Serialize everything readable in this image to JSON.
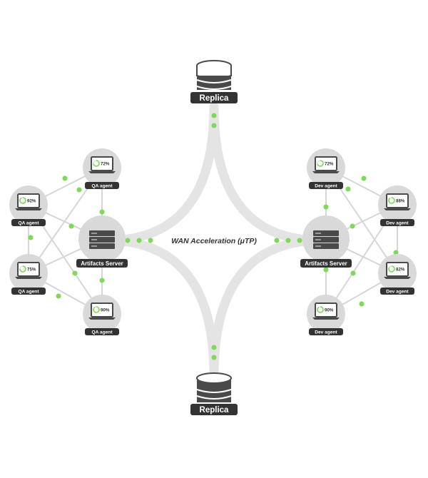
{
  "wan_label": "WAN Acceleration (μTP)",
  "replica_top": "Replica",
  "replica_bottom": "Replica",
  "servers": {
    "left": "Artifacts Server",
    "right": "Artifacts Server"
  },
  "agents": {
    "left": [
      {
        "label": "QA agent",
        "value": "72%",
        "progress": 0.72
      },
      {
        "label": "QA agent",
        "value": "92%",
        "progress": 0.92
      },
      {
        "label": "QA agent",
        "value": "75%",
        "progress": 0.75
      },
      {
        "label": "QA agent",
        "value": "90%",
        "progress": 0.9
      }
    ],
    "right": [
      {
        "label": "Dev agent",
        "value": "72%",
        "progress": 0.72
      },
      {
        "label": "Dev agent",
        "value": "88%",
        "progress": 0.88
      },
      {
        "label": "Dev agent",
        "value": "82%",
        "progress": 0.82
      },
      {
        "label": "Dev agent",
        "value": "90%",
        "progress": 0.9
      }
    ]
  },
  "colors": {
    "accent_green": "#7ed957",
    "node_gray": "#d9d9d9",
    "link_gray": "#d6d6d6",
    "label_dark": "#333333"
  },
  "icons": {
    "replica": "database-icon",
    "server": "server-rack-icon",
    "agent": "laptop-icon"
  }
}
